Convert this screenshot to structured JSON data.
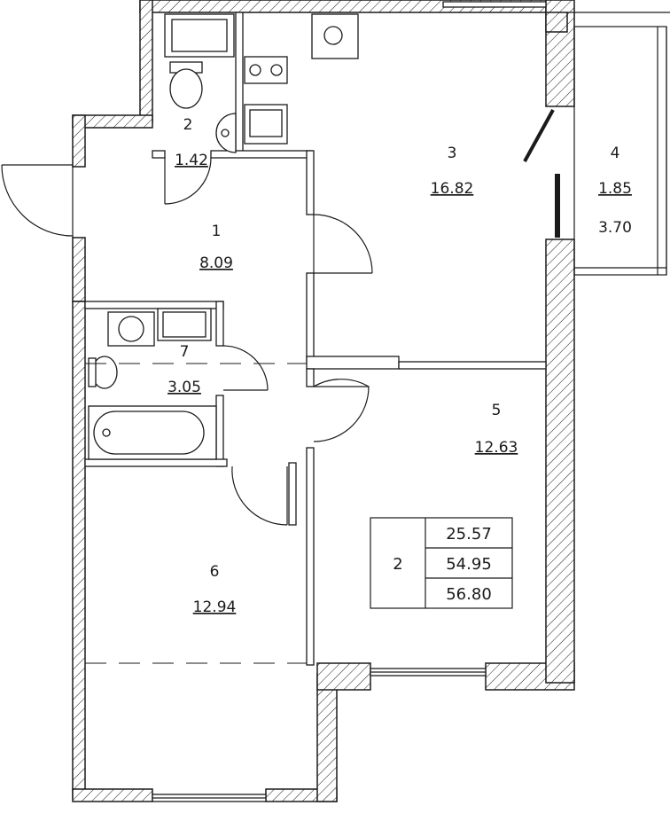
{
  "rooms": [
    {
      "id": "1",
      "area": "8.09"
    },
    {
      "id": "2",
      "area": "1.42"
    },
    {
      "id": "3",
      "area": "16.82"
    },
    {
      "id": "4",
      "area": "1.85",
      "area2": "3.70"
    },
    {
      "id": "5",
      "area": "12.63"
    },
    {
      "id": "6",
      "area": "12.94"
    },
    {
      "id": "7",
      "area": "3.05"
    }
  ],
  "summary": {
    "rooms_count": "2",
    "living_area": "25.57",
    "total_area": "54.95",
    "total_area_with_balcony": "56.80"
  },
  "colors": {
    "line": "#1a1a1a",
    "background": "#ffffff"
  }
}
